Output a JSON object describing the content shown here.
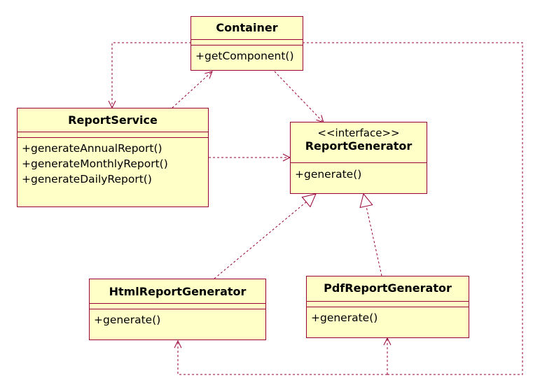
{
  "classes": {
    "container": {
      "name": "Container",
      "operations": [
        "+getComponent()"
      ]
    },
    "report_service": {
      "name": "ReportService",
      "operations": [
        "+generateAnnualReport()",
        "+generateMonthlyReport()",
        "+generateDailyReport()"
      ]
    },
    "report_generator": {
      "stereotype": "<<interface>>",
      "name": "ReportGenerator",
      "operations": [
        "+generate()"
      ]
    },
    "html_report_generator": {
      "name": "HtmlReportGenerator",
      "operations": [
        "+generate()"
      ]
    },
    "pdf_report_generator": {
      "name": "PdfReportGenerator",
      "operations": [
        "+generate()"
      ]
    }
  },
  "relationships": [
    {
      "from": "report_service",
      "to": "container",
      "kind": "dependency"
    },
    {
      "from": "container",
      "to": "report_service",
      "kind": "dependency"
    },
    {
      "from": "container",
      "to": "report_generator",
      "kind": "dependency"
    },
    {
      "from": "report_service",
      "to": "report_generator",
      "kind": "dependency"
    },
    {
      "from": "html_report_generator",
      "to": "report_generator",
      "kind": "realization"
    },
    {
      "from": "pdf_report_generator",
      "to": "report_generator",
      "kind": "realization"
    },
    {
      "from": "container",
      "to": "html_report_generator",
      "kind": "dependency"
    },
    {
      "from": "container",
      "to": "pdf_report_generator",
      "kind": "dependency"
    }
  ],
  "colors": {
    "class_fill": "#ffffc8",
    "class_border": "#990033",
    "line": "#990033"
  }
}
